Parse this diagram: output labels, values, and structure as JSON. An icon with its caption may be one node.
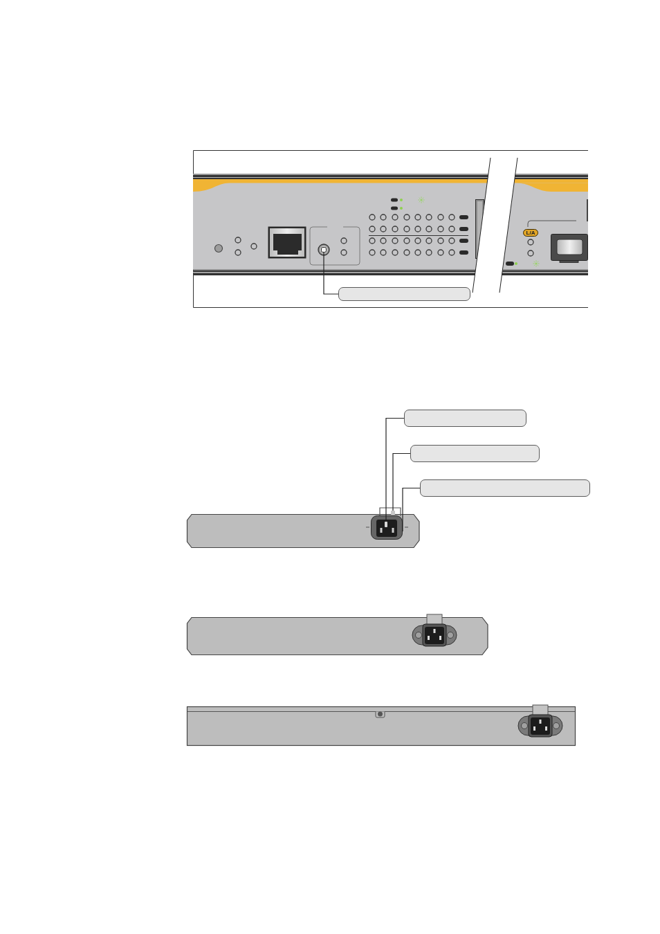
{
  "diagram": {
    "nodes": [
      {
        "text": [],
        "shape": "box"
      },
      {
        "text": [],
        "shape": "box"
      },
      {
        "text": [],
        "shape": "box"
      },
      {
        "text": [],
        "shape": "box"
      },
      {
        "text": [],
        "shape": "box"
      },
      {
        "text": [],
        "shape": "box"
      },
      {
        "text": [],
        "shape": "bar",
        "in": 5
      },
      {
        "text": [],
        "shape": "bar"
      }
    ],
    "edges": [
      {
        "from": 0,
        "to": 1,
        "arrow": "none"
      },
      {
        "from": 2,
        "to": 6,
        "arrow": "none"
      },
      {
        "from": 3,
        "to": 7,
        "arrow": "none"
      },
      {
        "from": 4,
        "to": 5,
        "arrow": "none"
      }
    ],
    "labels": [
      "L/A"
    ]
  }
}
